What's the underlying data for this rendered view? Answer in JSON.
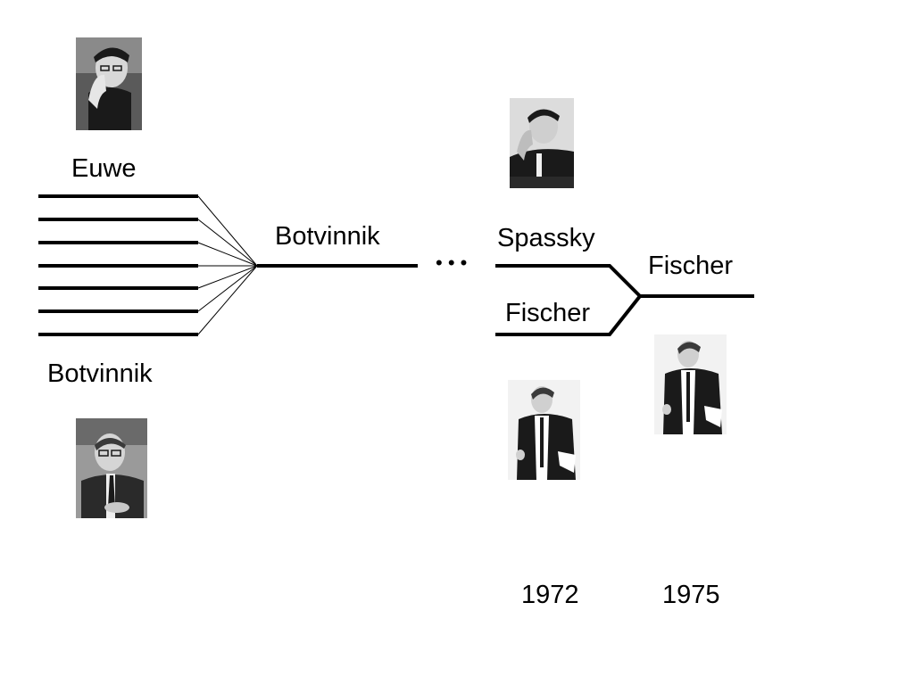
{
  "labels": {
    "euwe": "Euwe",
    "botvinnik_bottom": "Botvinnik",
    "botvinnik_mid": "Botvinnik",
    "spassky": "Spassky",
    "fischer_lower": "Fischer",
    "fischer_right": "Fischer",
    "ellipsis": "• • •",
    "year_1972": "1972",
    "year_1975": "1975"
  },
  "photos": {
    "euwe": "portrait-euwe",
    "spassky": "portrait-spassky",
    "botvinnik": "portrait-botvinnik",
    "fischer_1972": "portrait-fischer",
    "fischer_1975": "portrait-fischer"
  },
  "colors": {
    "line": "#000000",
    "photo_dark": "#1a1a1a",
    "photo_mid": "#8a8a8a",
    "photo_light": "#dcdcdc"
  }
}
